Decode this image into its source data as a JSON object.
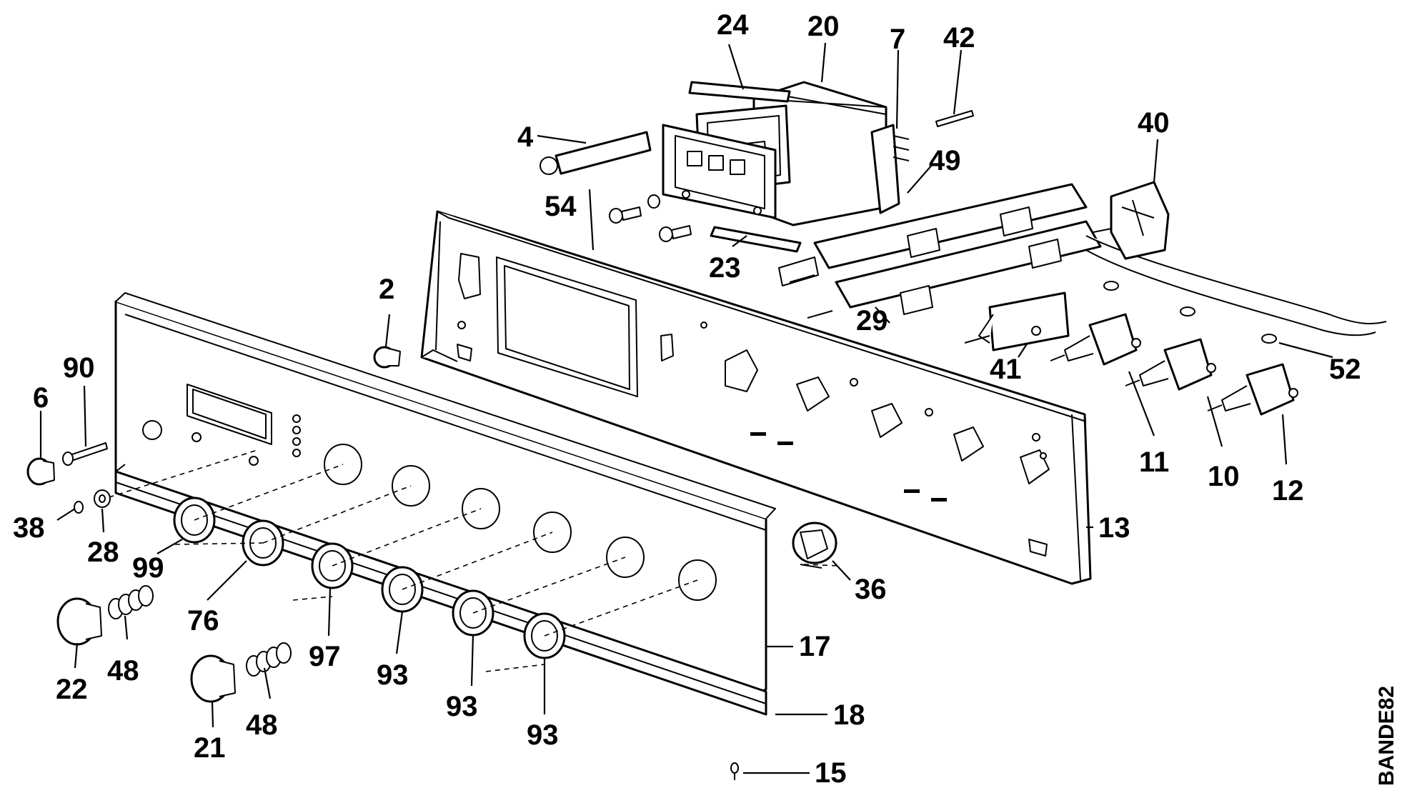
{
  "diagram": {
    "reference_code": "BANDE82",
    "parts": [
      {
        "id": "p24",
        "label": "24"
      },
      {
        "id": "p20",
        "label": "20"
      },
      {
        "id": "p7",
        "label": "7"
      },
      {
        "id": "p42",
        "label": "42"
      },
      {
        "id": "p4",
        "label": "4"
      },
      {
        "id": "p40",
        "label": "40"
      },
      {
        "id": "p49",
        "label": "49"
      },
      {
        "id": "p54",
        "label": "54"
      },
      {
        "id": "p23",
        "label": "23"
      },
      {
        "id": "p2",
        "label": "2"
      },
      {
        "id": "p29",
        "label": "29"
      },
      {
        "id": "p41",
        "label": "41"
      },
      {
        "id": "p52",
        "label": "52"
      },
      {
        "id": "p90",
        "label": "90"
      },
      {
        "id": "p6",
        "label": "6"
      },
      {
        "id": "p11",
        "label": "11"
      },
      {
        "id": "p10",
        "label": "10"
      },
      {
        "id": "p12",
        "label": "12"
      },
      {
        "id": "p38",
        "label": "38"
      },
      {
        "id": "p28",
        "label": "28"
      },
      {
        "id": "p99",
        "label": "99"
      },
      {
        "id": "p13",
        "label": "13"
      },
      {
        "id": "p36",
        "label": "36"
      },
      {
        "id": "p76",
        "label": "76"
      },
      {
        "id": "p48a",
        "label": "48"
      },
      {
        "id": "p22",
        "label": "22"
      },
      {
        "id": "p97",
        "label": "97"
      },
      {
        "id": "p17",
        "label": "17"
      },
      {
        "id": "p93a",
        "label": "93"
      },
      {
        "id": "p48b",
        "label": "48"
      },
      {
        "id": "p93b",
        "label": "93"
      },
      {
        "id": "p21",
        "label": "21"
      },
      {
        "id": "p93c",
        "label": "93"
      },
      {
        "id": "p18",
        "label": "18"
      },
      {
        "id": "p15",
        "label": "15"
      }
    ]
  }
}
